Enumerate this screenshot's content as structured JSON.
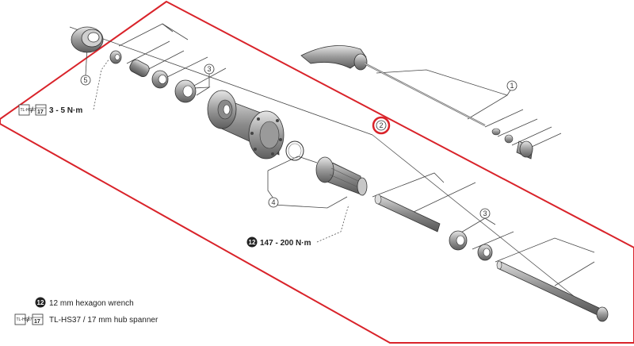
{
  "callouts": {
    "p1": "1",
    "p2": "2",
    "p3a": "3",
    "p3b": "3",
    "p4": "4",
    "p5": "5"
  },
  "torque": {
    "locknut_value": "3 - 5 N·m",
    "lockring_value": "147 - 200 N·m",
    "separator": "/",
    "spanner_size": "17",
    "spanner_model": "TL-HS37",
    "wrench_size": "12"
  },
  "legend": {
    "wrench_num": "12",
    "wrench_text": "12 mm hexagon wrench",
    "spanner_model": "TL-HS37",
    "separator": "/",
    "spanner_size": "17",
    "spanner_text": "TL-HS37 / 17 mm hub spanner"
  },
  "colors": {
    "highlight": "#d9232a",
    "part_dark": "#6f6f6f",
    "part_mid": "#a0a0a0",
    "part_light": "#d6d6d6",
    "line": "#333333"
  }
}
